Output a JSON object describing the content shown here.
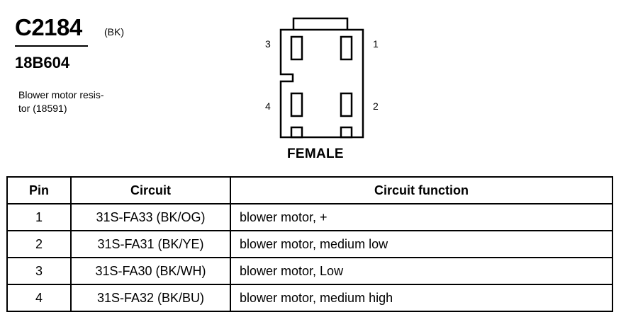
{
  "header": {
    "connector_id": "C2184",
    "connector_color": "(BK)",
    "part_number": "18B604",
    "description_line1": "Blower motor resis-",
    "description_line2": "tor (18591)"
  },
  "diagram": {
    "pin_labels": [
      "3",
      "1",
      "4",
      "2"
    ],
    "view_label": "FEMALE"
  },
  "table": {
    "headers": {
      "pin": "Pin",
      "circuit": "Circuit",
      "function": "Circuit function"
    },
    "rows": [
      {
        "pin": "1",
        "circuit": "31S-FA33 (BK/OG)",
        "function": "blower motor, +"
      },
      {
        "pin": "2",
        "circuit": "31S-FA31 (BK/YE)",
        "function": "blower motor, medium low"
      },
      {
        "pin": "3",
        "circuit": "31S-FA30 (BK/WH)",
        "function": "blower motor, Low"
      },
      {
        "pin": "4",
        "circuit": "31S-FA32 (BK/BU)",
        "function": "blower motor, medium high"
      }
    ]
  }
}
